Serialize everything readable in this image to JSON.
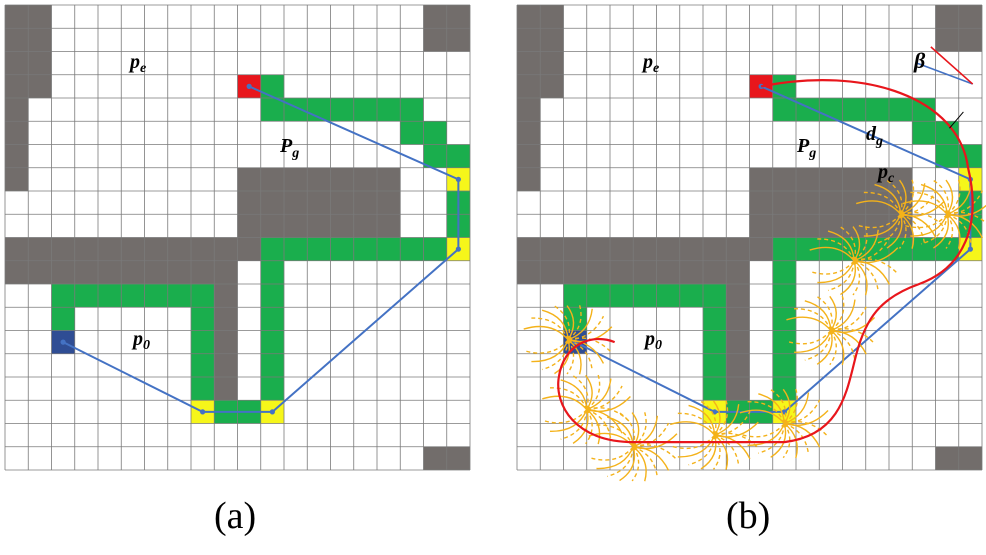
{
  "panels": [
    {
      "caption": "(a)",
      "labels": {
        "pe_main": "p",
        "pe_sub": "e",
        "pg_main": "P",
        "pg_sub": "g",
        "p0_main": "p",
        "p0_sub": "0"
      }
    },
    {
      "caption": "(b)",
      "labels": {
        "pe_main": "p",
        "pe_sub": "e",
        "pg_main": "P",
        "pg_sub": "g",
        "p0_main": "p",
        "p0_sub": "0",
        "pc_main": "p",
        "pc_sub": "c",
        "dg_main": "d",
        "dg_sub": "g",
        "beta": "β"
      }
    }
  ],
  "colors": {
    "obstacle": "#726d6b",
    "grid_line": "#7a7a7a",
    "path_cell": "#1aae4d",
    "start_cell": "#2f4d94",
    "goal_cell": "#e8161c",
    "key_cell": "#f6f61a",
    "global_path": "#4472c4",
    "trajectory": "#e8161c",
    "candidate": "#f4b21a"
  },
  "grid": {
    "cols": 20,
    "rows": 20
  }
}
